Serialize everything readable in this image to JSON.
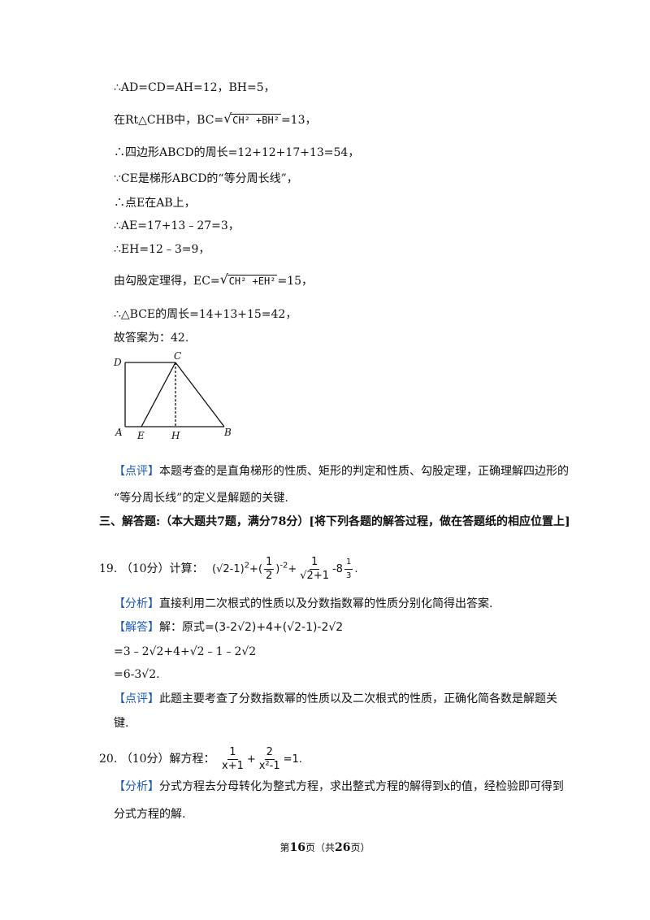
{
  "lines": {
    "l1": "∴AD=CD=AH=12，BH=5，",
    "l2a": "在Rt△CHB中，BC=",
    "l2_rad": "CH² +BH²",
    "l2b": "=13，",
    "l3": "∴四边形ABCD的周长=12+12+17+13=54，",
    "l4": "∵CE是梯形ABCD的“等分周长线”，",
    "l5": "∴点E在AB上，",
    "l6": "∴AE=17+13﹣27=3，",
    "l7": "∴EH=12﹣3=9，",
    "l8a": "由勾股定理得，EC=",
    "l8_rad": "CH² +EH²",
    "l8b": "=15，",
    "l9": "∴△BCE的周长=14+13+15=42，",
    "l10": "故答案为：42."
  },
  "figure": {
    "labels": {
      "D": "D",
      "C": "C",
      "A": "A",
      "E": "E",
      "H": "H",
      "B": "B"
    }
  },
  "comment1": {
    "tag": "【点评】",
    "text1": "本题考查的是直角梯形的性质、矩形的判定和性质、勾股定理，正确理解四边形的",
    "text2": "“等分周长线”的定义是解题的关键."
  },
  "section3": "三、解答题:（本大题共7题，满分78分）[将下列各题的解答过程，做在答题纸的相应位置上]",
  "q19": {
    "num": "19.",
    "score": "（10分）计算：",
    "expr_a": "(√2-1)",
    "exp_a": "2",
    "plus1": "+(",
    "frac1_num": "1",
    "frac1_den": "2",
    "close1": ")",
    "exp_b": "-2",
    "plus2": "+",
    "frac2_num": "1",
    "frac2_den": "√2+1",
    "minus": "-8",
    "exp_c_num": "1",
    "exp_c_den": "3",
    "end": ".",
    "analysis_tag": "【分析】",
    "analysis": "直接利用二次根式的性质以及分数指数幂的性质分别化简得出答案.",
    "solution_tag": "【解答】",
    "solution_label": "解：原式=",
    "sol_line1": "(3-2√2)+4+(√2-1)-2√2",
    "sol_line2": "=3﹣2√2+4+√2﹣1﹣2√2",
    "sol_line3": "=6-3√2.",
    "comment_tag": "【点评】",
    "comment1": "此题主要考查了分数指数幂的性质以及二次根式的性质，正确化简各数是解题关",
    "comment2": "键."
  },
  "q20": {
    "num": "20.",
    "score": "（10分）解方程：",
    "frac1_num": "1",
    "frac1_den": "x+1",
    "plus": "+",
    "frac2_num": "2",
    "frac2_den": "x²-1",
    "end": "=1.",
    "analysis_tag": "【分析】",
    "analysis1": "分式方程去分母转化为整式方程，求出整式方程的解得到x的值，经检验即可得到",
    "analysis2": "分式方程的解."
  },
  "footer": {
    "pre": "第",
    "page": "16",
    "mid": "页（共",
    "total": "26",
    "post": "页）"
  }
}
